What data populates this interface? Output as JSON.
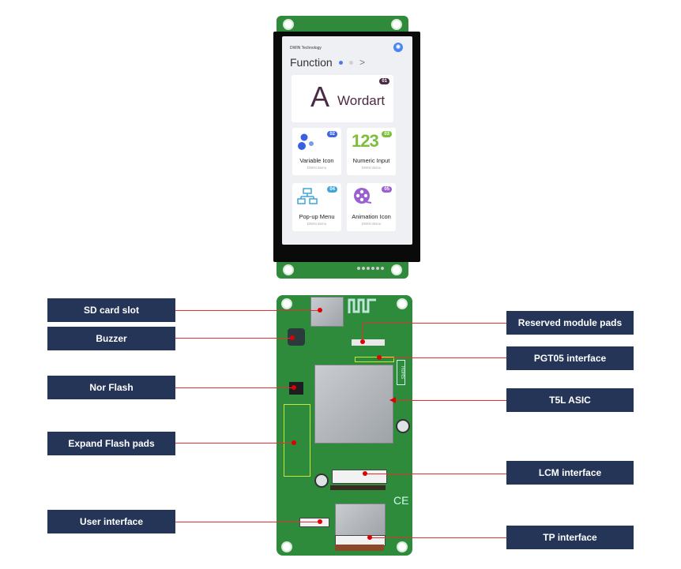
{
  "front_display": {
    "brand": "DWIN Technology",
    "settings_icon": "gear-icon",
    "title": "Function",
    "page_indicator": {
      "pages": 2,
      "active": 1,
      "next_icon": "chevron-right-icon"
    },
    "cards": [
      {
        "badge": "01",
        "badge_color": "#4a2a45",
        "title": "Wordart",
        "subtitle": "",
        "icon": "wordart-a-icon"
      },
      {
        "badge": "02",
        "badge_color": "#3a66e0",
        "title": "Variable Icon",
        "subtitle": "DWIN demo",
        "icon": "bubbles-icon"
      },
      {
        "badge": "03",
        "badge_color": "#7cbf3c",
        "title": "Numeric Input",
        "subtitle": "DWIN demo",
        "icon": "numbers-icon",
        "icon_text": "123"
      },
      {
        "badge": "04",
        "badge_color": "#3fa6d8",
        "title": "Pop-up Menu",
        "subtitle": "DWIN demo",
        "icon": "hierarchy-icon"
      },
      {
        "badge": "05",
        "badge_color": "#9a5fd0",
        "title": "Animation Icon",
        "subtitle": "DWIN demo",
        "icon": "film-reel-icon"
      }
    ]
  },
  "board_markings": {
    "rohs": "RoHS",
    "ce": "CE"
  },
  "callouts": {
    "left": [
      {
        "label": "SD card slot"
      },
      {
        "label": "Buzzer"
      },
      {
        "label": "Nor Flash"
      },
      {
        "label": "Expand Flash pads"
      },
      {
        "label": "User interface"
      }
    ],
    "right": [
      {
        "label": "Reserved module pads"
      },
      {
        "label": "PGT05 interface"
      },
      {
        "label": "T5L ASIC"
      },
      {
        "label": "LCM interface"
      },
      {
        "label": "TP interface"
      }
    ]
  },
  "colors": {
    "label_bg": "#253558",
    "leader": "#e03030",
    "pcb": "#2e8b3c"
  }
}
